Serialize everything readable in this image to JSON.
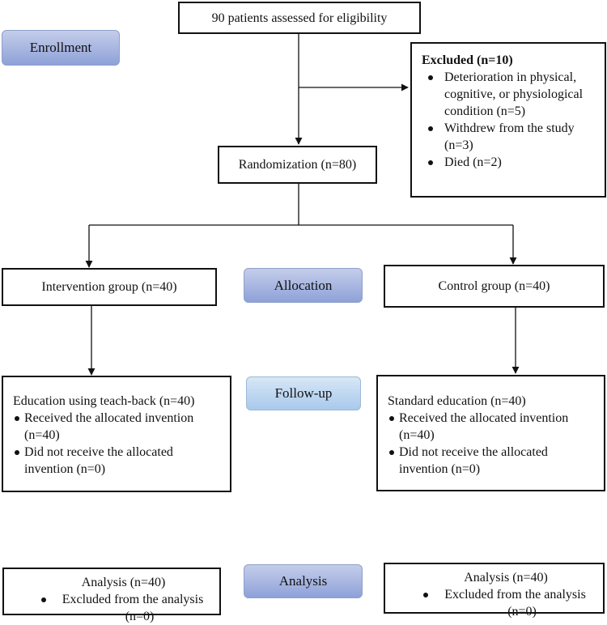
{
  "stages": {
    "enrollment": "Enrollment",
    "allocation": "Allocation",
    "followup": "Follow-up",
    "analysis": "Analysis"
  },
  "assessed": "90 patients assessed for eligibility",
  "excluded": {
    "title": "Excluded (n=10)",
    "items": [
      "Deterioration in physical, cognitive, or physiological condition (n=5)",
      "Withdrew from the study (n=3)",
      "Died (n=2)"
    ]
  },
  "randomization": "Randomization (n=80)",
  "intervention": {
    "group": "Intervention group (n=40)",
    "followup_title": "Education using teach-back (n=40)",
    "followup_items": [
      "Received the allocated invention (n=40)",
      "Did not receive the allocated invention (n=0)"
    ],
    "analysis_title": "Analysis (n=40)",
    "analysis_item": "Excluded from the analysis",
    "analysis_n": "(n=0)"
  },
  "control": {
    "group": "Control group (n=40)",
    "followup_title": "Standard education (n=40)",
    "followup_items": [
      "Received the allocated invention (n=40)",
      "Did not receive the allocated invention (n=0)"
    ],
    "analysis_title": "Analysis (n=40)",
    "analysis_item": "Excluded from the analysis",
    "analysis_n": "(n=0)"
  }
}
